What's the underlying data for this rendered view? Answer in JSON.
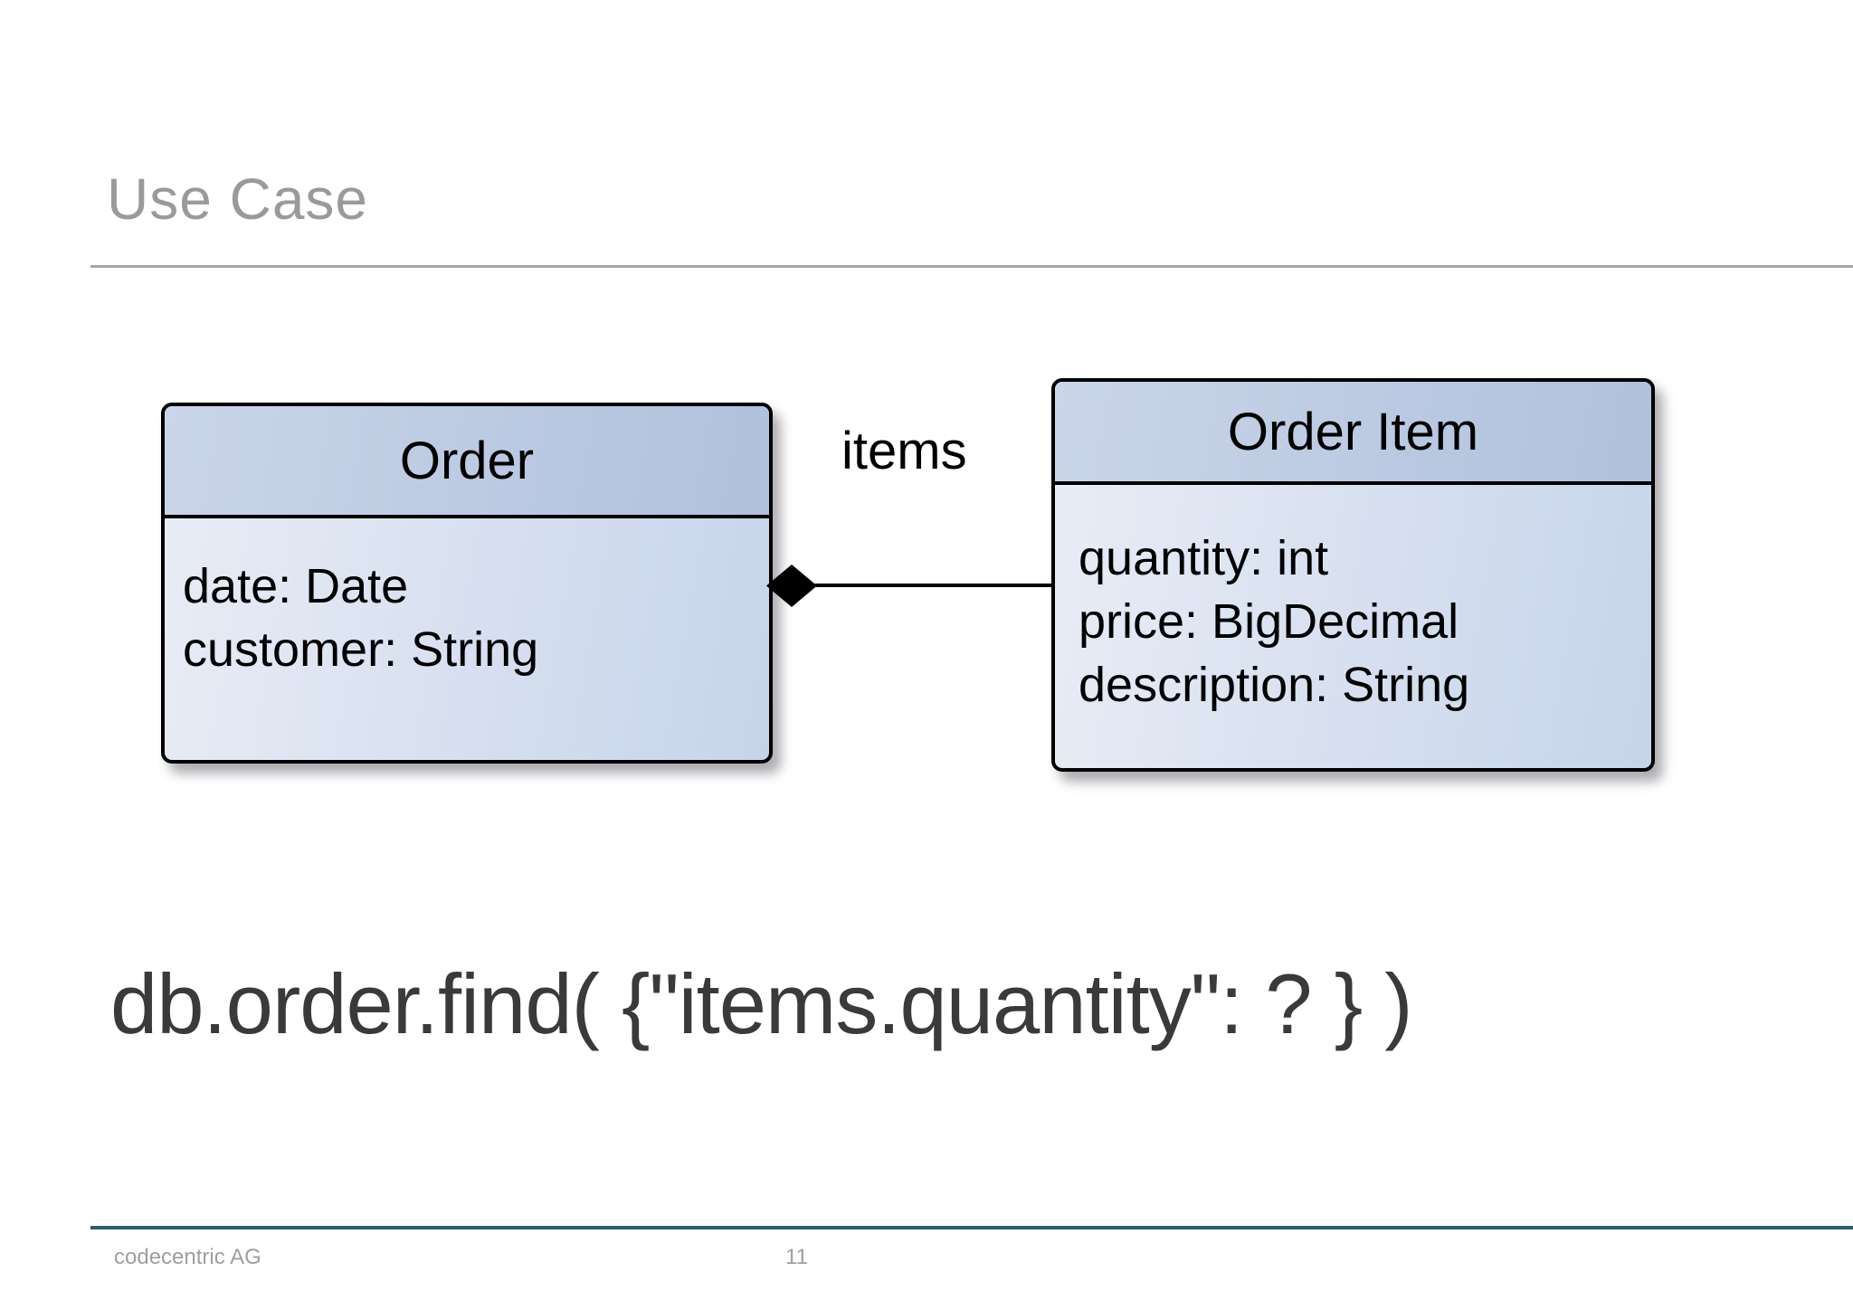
{
  "slide": {
    "title": "Use Case",
    "code_line": "db.order.find( {\"items.quantity\": ? } )",
    "footer": {
      "company": "codecentric AG",
      "page_number": "11"
    }
  },
  "diagram": {
    "association_label": "items",
    "association_type": "composition",
    "classes": [
      {
        "name": "Order",
        "attributes": [
          "date: Date",
          "customer: String"
        ]
      },
      {
        "name": "Order Item",
        "attributes": [
          "quantity: int",
          "price: BigDecimal",
          "description: String"
        ]
      }
    ]
  },
  "colors": {
    "title_text": "#9a9a9a",
    "title_rule": "#a8a8a8",
    "class_border": "#000000",
    "header_grad_a": "#cad5e9",
    "header_grad_b": "#afc1dc",
    "body_grad_a": "#e9edf6",
    "body_grad_b": "#c6d4ea",
    "code_text": "#3a3a3a",
    "footer_rule": "#2d6070",
    "footer_text": "#9f9f9f",
    "diagram_ink": "#000000"
  }
}
